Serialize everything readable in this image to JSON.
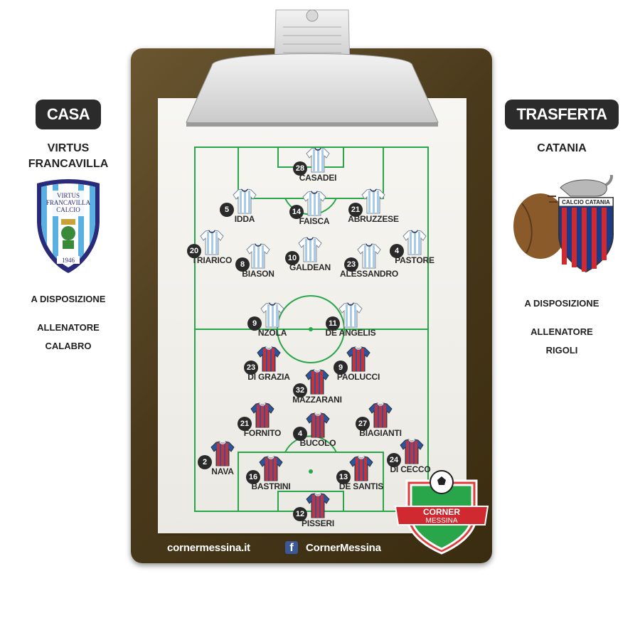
{
  "home": {
    "badge": "CASA",
    "team_line1": "VIRTUS",
    "team_line2": "FRANCAVILLA",
    "logo_text": [
      "VIRTUS",
      "FRANCAVILLA",
      "CALCIO"
    ],
    "logo_year": "1946",
    "bench_label": "A DISPOSIZIONE",
    "coach_label": "ALLENATORE",
    "coach_name": "CALABRO"
  },
  "away": {
    "badge": "TRASFERTA",
    "team_name": "CATANIA",
    "logo_text": "CALCIO CATANIA",
    "bench_label": "A DISPOSIZIONE",
    "coach_label": "ALLENATORE",
    "coach_name": "RIGOLI"
  },
  "footer": {
    "site": "cornermessina.it",
    "social": "CornerMessina",
    "social_icon": "facebook-icon"
  },
  "watermark": {
    "line1": "CORNER",
    "line2": "MESSINA"
  },
  "colors": {
    "home_shirt": "#a9cbe8",
    "away_red": "#c8323a",
    "away_blue": "#2a55a0",
    "pitch_line": "#2aa64a"
  },
  "players": {
    "home": [
      {
        "number": "28",
        "name": "CASADEI"
      },
      {
        "number": "5",
        "name": "IDDA"
      },
      {
        "number": "14",
        "name": "FAISCA"
      },
      {
        "number": "21",
        "name": "ABRUZZESE"
      },
      {
        "number": "20",
        "name": "TRIARICO"
      },
      {
        "number": "8",
        "name": "BIASON"
      },
      {
        "number": "10",
        "name": "GALDEAN"
      },
      {
        "number": "23",
        "name": "ALESSANDRO"
      },
      {
        "number": "4",
        "name": "PASTORE"
      },
      {
        "number": "9",
        "name": "NZOLA"
      },
      {
        "number": "11",
        "name": "DE ANGELIS"
      }
    ],
    "away": [
      {
        "number": "23",
        "name": "DI GRAZIA"
      },
      {
        "number": "9",
        "name": "PAOLUCCI"
      },
      {
        "number": "32",
        "name": "MAZZARANI"
      },
      {
        "number": "21",
        "name": "FORNITO"
      },
      {
        "number": "4",
        "name": "BUCOLO"
      },
      {
        "number": "27",
        "name": "BIAGIANTI"
      },
      {
        "number": "2",
        "name": "NAVA"
      },
      {
        "number": "24",
        "name": "DI CECCO"
      },
      {
        "number": "16",
        "name": "BASTRINI"
      },
      {
        "number": "13",
        "name": "DE SANTIS"
      },
      {
        "number": "12",
        "name": "PISSERI"
      }
    ]
  }
}
